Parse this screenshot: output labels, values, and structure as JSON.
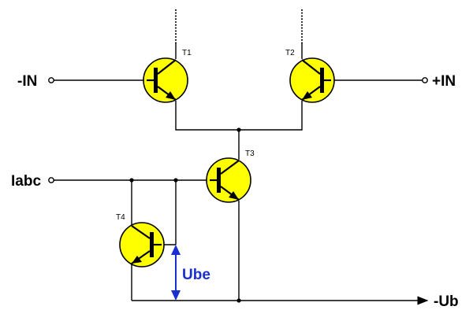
{
  "terminals": {
    "in_minus": "-IN",
    "in_plus": "+IN",
    "iabc": "Iabc",
    "ub_minus": "-Ub"
  },
  "transistors": {
    "t1": "T1",
    "t2": "T2",
    "t3": "T3",
    "t4": "T4"
  },
  "measurement": {
    "ube": "Ube"
  },
  "colors": {
    "transistor_fill": "#ffff00",
    "ube_arrow": "#1a2fd0"
  }
}
